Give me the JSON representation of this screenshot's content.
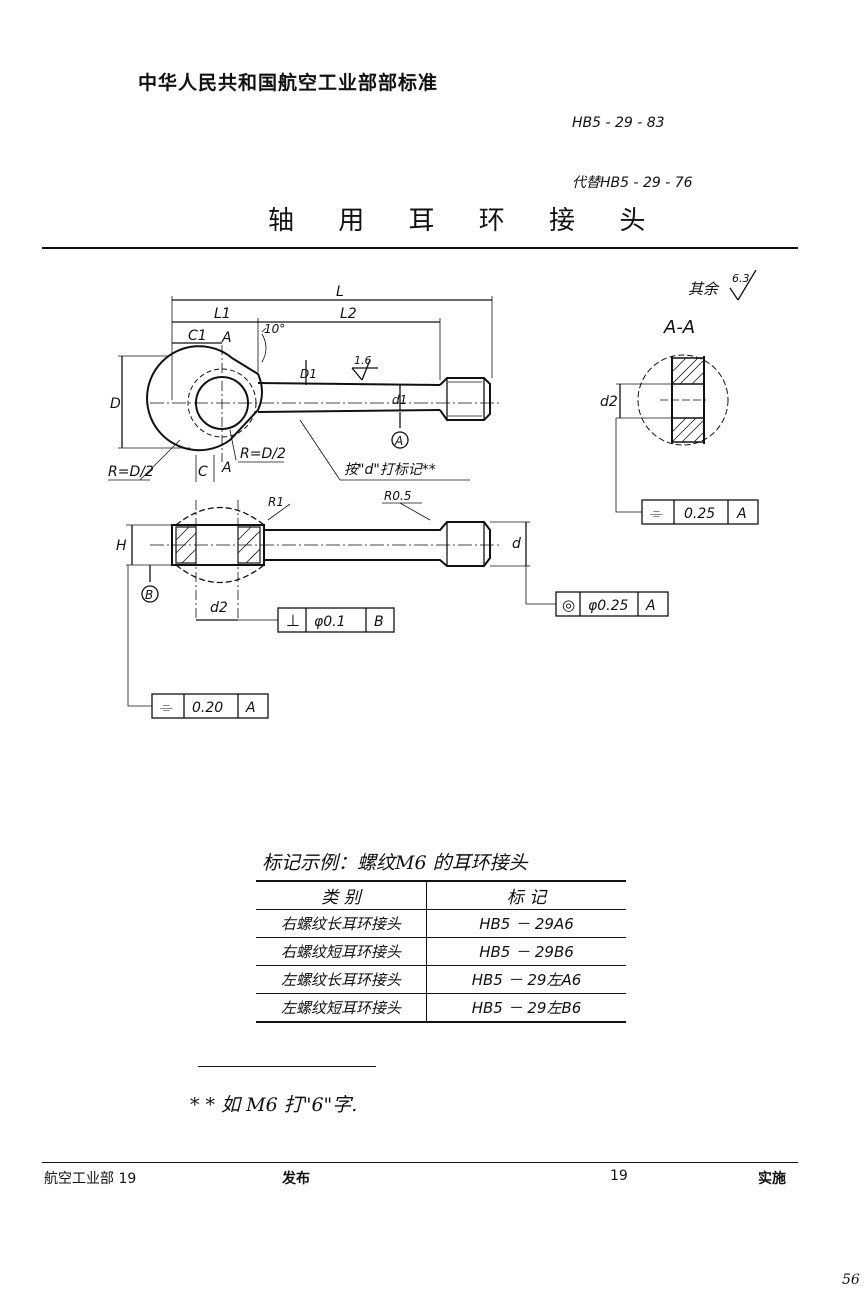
{
  "header": {
    "organization": "中华人民共和国航空工业部部标准",
    "standard_no": "HB5 - 29 - 83",
    "replaces": "代替HB5 - 29 - 76",
    "title": "轴 用 耳 环 接 头"
  },
  "drawing": {
    "dim_L": "L",
    "dim_L1": "L1",
    "dim_L2": "L2",
    "dim_C1": "C1",
    "dim_A_top": "A",
    "angle": "10°",
    "dim_D": "D",
    "dim_D1": "D1",
    "roughness_1": "1.6",
    "dim_d1": "d1",
    "datum_A": "A",
    "radius_left": "R=D/2",
    "radius_mid": "R=D/2",
    "dim_C": "C",
    "dim_A_mid": "A",
    "note_mark": "按\"d\"打标记**",
    "rest_roughness_label": "其余",
    "rest_roughness_value": "6.3",
    "section_label": "A-A",
    "dim_d2_section": "d2",
    "tol_sym_section": "⌯",
    "tol_val_section": "0.25",
    "tol_datum_section": "A",
    "radius_R1": "R1",
    "radius_R05": "R0.5",
    "dim_H": "H",
    "dim_d": "d",
    "datum_B": "B",
    "dim_d2": "d2",
    "tol_perp_sym": "⊥",
    "tol_perp_val": "φ0.1",
    "tol_perp_datum": "B",
    "tol_conc_sym": "◎",
    "tol_conc_val": "φ0.25",
    "tol_conc_datum": "A",
    "tol_sym_bottom": "⌯",
    "tol_val_bottom": "0.20",
    "tol_datum_bottom": "A"
  },
  "marking": {
    "caption": "标记示例：螺纹M6 的耳环接头",
    "headers": [
      "类      别",
      "标      记"
    ],
    "rows": [
      [
        "右螺纹长耳环接头",
        "HB5 － 29A6"
      ],
      [
        "右螺纹短耳环接头",
        "HB5 － 29B6"
      ],
      [
        "左螺纹长耳环接头",
        "HB5 － 29左A6"
      ],
      [
        "左螺纹短耳环接头",
        "HB5 － 29左B6"
      ]
    ]
  },
  "footnote": "* * 如 M6 打\"6\"字.",
  "footer": {
    "issuer": "航空工业部 19",
    "issued": "发布",
    "year": "19",
    "effective": "实施"
  },
  "page_number": "56"
}
